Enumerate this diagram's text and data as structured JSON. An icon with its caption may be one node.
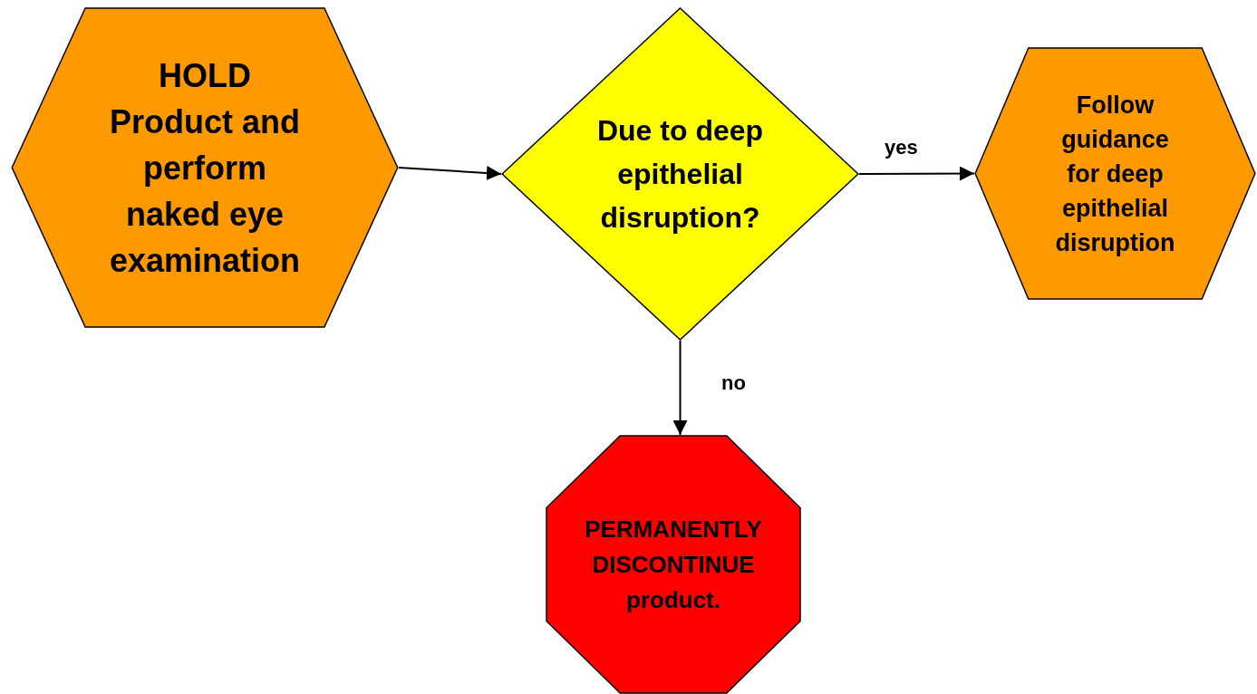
{
  "diagram": {
    "nodes": [
      {
        "text": [
          "HOLD",
          "Product and perform naked eye examination"
        ]
      },
      {
        "text": [
          "Due to deep epithelial disruption?"
        ]
      },
      {
        "text": [
          "Follow guidance for deep epithelial disruption"
        ]
      },
      {
        "text": [
          "PERMANENTLY DISCONTINUE product."
        ]
      }
    ],
    "edges": [
      {
        "from": 0,
        "to": 1,
        "arrow": "to"
      },
      {
        "from": 1,
        "to": 2,
        "arrow": "to",
        "label": "yes"
      },
      {
        "from": 1,
        "to": 3,
        "arrow": "to",
        "label": "no"
      }
    ]
  }
}
